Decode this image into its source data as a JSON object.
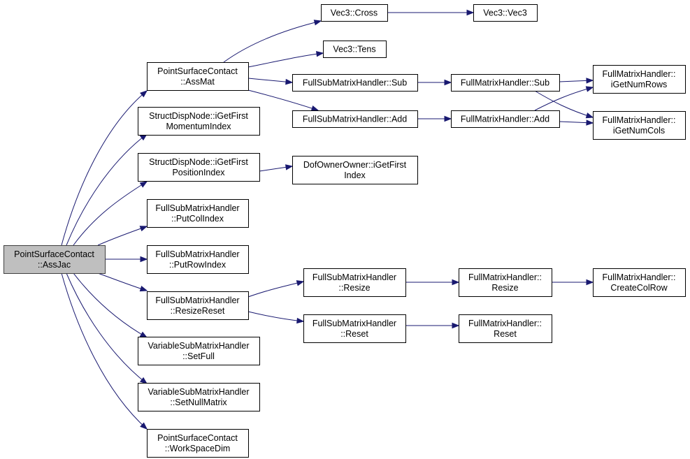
{
  "nodes": {
    "root": [
      "PointSurfaceContact",
      "::AssJac"
    ],
    "assmat": [
      "PointSurfaceContact",
      "::AssMat"
    ],
    "getfirstmom": [
      "StructDispNode::iGetFirst",
      "MomentumIndex"
    ],
    "getfirstpos": [
      "StructDispNode::iGetFirst",
      "PositionIndex"
    ],
    "putcol": [
      "FullSubMatrixHandler",
      "::PutColIndex"
    ],
    "putrow": [
      "FullSubMatrixHandler",
      "::PutRowIndex"
    ],
    "resizereset": [
      "FullSubMatrixHandler",
      "::ResizeReset"
    ],
    "setfull": [
      "VariableSubMatrixHandler",
      "::SetFull"
    ],
    "setnull": [
      "VariableSubMatrixHandler",
      "::SetNullMatrix"
    ],
    "workspace": [
      "PointSurfaceContact",
      "::WorkSpaceDim"
    ],
    "cross": [
      "Vec3::Cross"
    ],
    "tens": [
      "Vec3::Tens"
    ],
    "fsubsub": [
      "FullSubMatrixHandler::Sub"
    ],
    "fsubadd": [
      "FullSubMatrixHandler::Add"
    ],
    "dofowner": [
      "DofOwnerOwner::iGetFirst",
      "Index"
    ],
    "fsubresize": [
      "FullSubMatrixHandler",
      "::Resize"
    ],
    "fsubreset": [
      "FullSubMatrixHandler",
      "::Reset"
    ],
    "vec3": [
      "Vec3::Vec3"
    ],
    "fullsub": [
      "FullMatrixHandler::Sub"
    ],
    "fulladd": [
      "FullMatrixHandler::Add"
    ],
    "fullresize": [
      "FullMatrixHandler::",
      "Resize"
    ],
    "fullreset": [
      "FullMatrixHandler::",
      "Reset"
    ],
    "numrows": [
      "FullMatrixHandler::",
      "iGetNumRows"
    ],
    "numcols": [
      "FullMatrixHandler::",
      "iGetNumCols"
    ],
    "createcolrow": [
      "FullMatrixHandler::",
      "CreateColRow"
    ]
  }
}
